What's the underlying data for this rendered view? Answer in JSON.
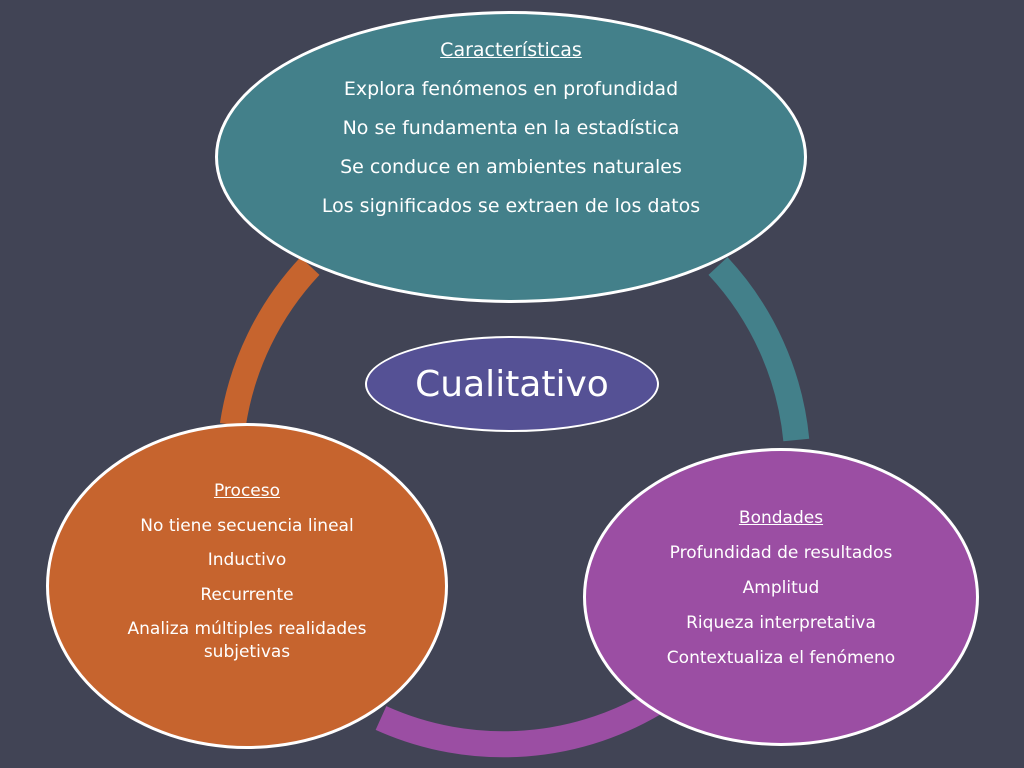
{
  "colors": {
    "background": "#414455",
    "characteristics": "#43808a",
    "process": "#c6642e",
    "strengths": "#9b4ea3",
    "center": "#555195",
    "border": "#ffffff"
  },
  "center": {
    "label": "Cualitativo"
  },
  "characteristics": {
    "heading": "Características",
    "items": [
      "Explora fenómenos en profundidad",
      "No se fundamenta en la estadística",
      "Se conduce en ambientes naturales",
      "Los significados se extraen de los datos"
    ]
  },
  "process": {
    "heading": "Proceso",
    "items": [
      "No tiene secuencia lineal",
      "Inductivo",
      "Recurrente",
      "Analiza múltiples realidades subjetivas"
    ]
  },
  "strengths": {
    "heading": "Bondades",
    "items": [
      "Profundidad de resultados",
      "Amplitud",
      "Riqueza interpretativa",
      "Contextualiza el fenómeno"
    ]
  }
}
